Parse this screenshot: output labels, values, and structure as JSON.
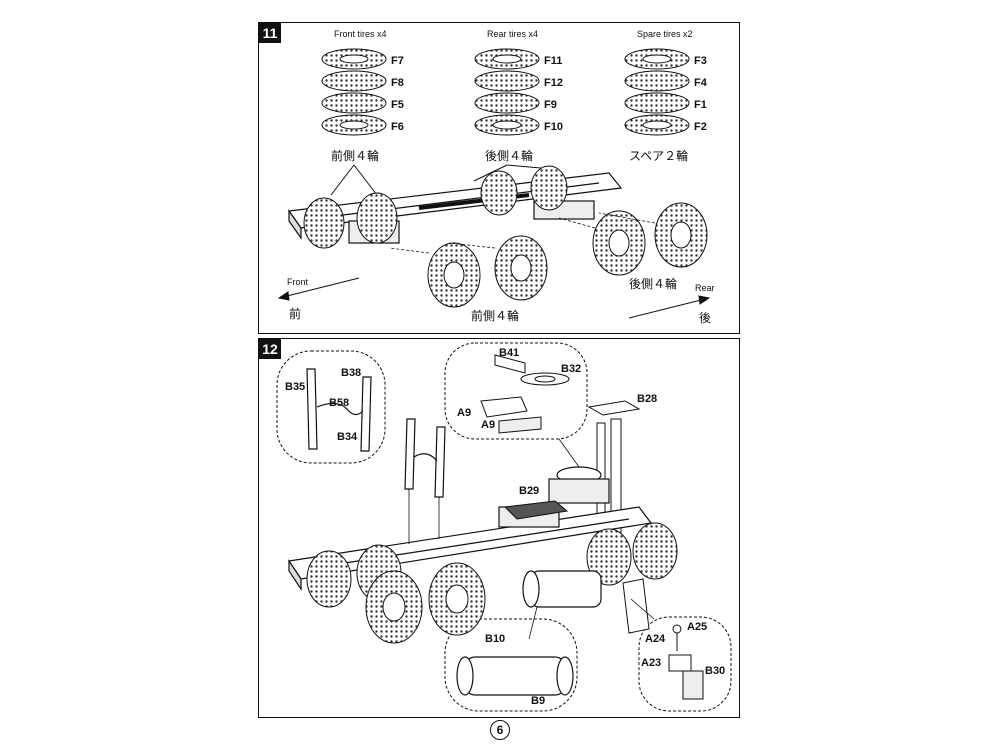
{
  "page_number": "6",
  "step11": {
    "number": "11",
    "groups": [
      {
        "heading": "Front tires x4",
        "parts": [
          "F7",
          "F8",
          "F5",
          "F6"
        ]
      },
      {
        "heading": "Rear tires x4",
        "parts": [
          "F11",
          "F12",
          "F9",
          "F10"
        ]
      },
      {
        "heading": "Spare tires x2",
        "parts": [
          "F3",
          "F4",
          "F1",
          "F2"
        ]
      }
    ],
    "jp_front_top": "前側４輪",
    "jp_rear_top": "後側４輪",
    "jp_spare": "スペア２輪",
    "jp_rear_right": "後側４輪",
    "jp_front_bottom": "前側４輪",
    "front_en": "Front",
    "front_jp": "前",
    "rear_en": "Rear",
    "rear_jp": "後"
  },
  "step12": {
    "number": "12",
    "labels": {
      "b38": "B38",
      "b35": "B35",
      "b58": "B58",
      "b34": "B34",
      "b41": "B41",
      "b32": "B32",
      "a9a": "A9",
      "a9b": "A9",
      "b28": "B28",
      "b29": "B29",
      "b10": "B10",
      "b9": "B9",
      "a25": "A25",
      "a24": "A24",
      "a23": "A23",
      "b30": "B30"
    }
  }
}
